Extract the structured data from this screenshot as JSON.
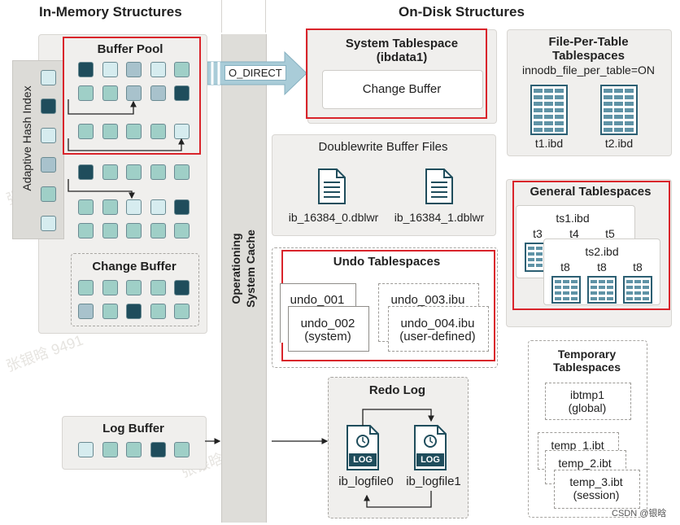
{
  "headings": {
    "memory": "In-Memory Structures",
    "disk": "On-Disk Structures"
  },
  "memory": {
    "adaptive_hash_index": "Adaptive Hash Index",
    "buffer_pool": "Buffer Pool",
    "change_buffer": "Change Buffer",
    "log_buffer": "Log Buffer"
  },
  "os_cache": {
    "line1": "Operationing",
    "line2": "System Cache"
  },
  "o_direct": "O_DIRECT",
  "system_tablespace": {
    "title": "System Tablespace",
    "subtitle": "(ibdata1)",
    "change_buffer": "Change Buffer"
  },
  "file_per_table": {
    "title1": "File-Per-Table",
    "title2": "Tablespaces",
    "setting": "innodb_file_per_table=ON",
    "file1": "t1.ibd",
    "file2": "t2.ibd"
  },
  "doublewrite": {
    "title": "Doublewrite Buffer Files",
    "file1": "ib_16384_0.dblwr",
    "file2": "ib_16384_1.dblwr"
  },
  "general": {
    "title": "General Tablespaces",
    "ts1": "ts1.ibd",
    "ts2": "ts2.ibd",
    "t3": "t3",
    "t4": "t4",
    "t5": "t5",
    "t8a": "t8",
    "t8b": "t8",
    "t8c": "t8"
  },
  "undo": {
    "title": "Undo Tablespaces",
    "u1": "undo_001",
    "u2": "undo_002",
    "u2sub": "(system)",
    "u3": "undo_003.ibu",
    "u4": "undo_004.ibu",
    "u4sub": "(user-defined)"
  },
  "redo": {
    "title": "Redo Log",
    "file0": "ib_logfile0",
    "file1": "ib_logfile1",
    "badge": "LOG"
  },
  "temporary": {
    "title1": "Temporary",
    "title2": "Tablespaces",
    "ibtmp": "ibtmp1",
    "ibtmp_sub": "(global)",
    "temp1": "temp_1.ibt",
    "temp2": "temp_2.ibt",
    "temp3": "temp_3.ibt",
    "temp3_sub": "(session)"
  },
  "watermark": "CSDN @银晗",
  "watermark_bg": "张银晗 9491",
  "colors": {
    "highlight": "#d9242b",
    "dark_teal": "#1f4d5c",
    "mid_teal": "#9fcfc7",
    "light_teal": "#d6ecef",
    "arrow": "#9fc4d0"
  }
}
